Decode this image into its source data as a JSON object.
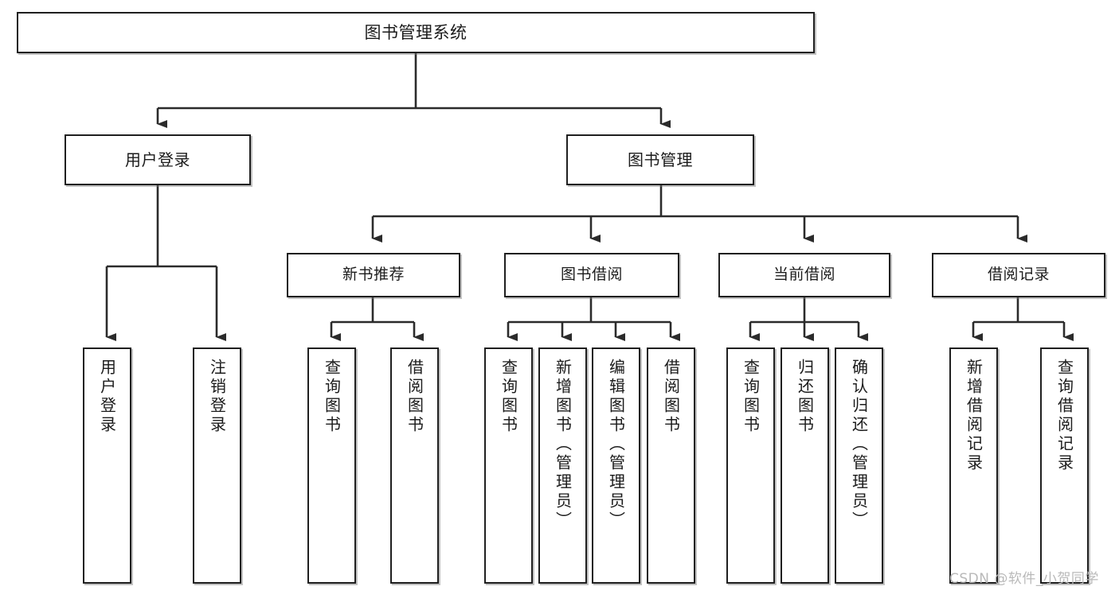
{
  "diagram": {
    "title": "图书管理系统",
    "type": "tree-hierarchy",
    "root": {
      "label": "图书管理系统"
    },
    "level1": [
      {
        "label": "用户登录"
      },
      {
        "label": "图书管理"
      }
    ],
    "level2": [
      {
        "label": "新书推荐"
      },
      {
        "label": "图书借阅"
      },
      {
        "label": "当前借阅"
      },
      {
        "label": "借阅记录"
      }
    ],
    "leaves": {
      "user_login": [
        {
          "label": "用户登录"
        },
        {
          "label": "注销登录"
        }
      ],
      "new_book_recommend": [
        {
          "label": "查询图书"
        },
        {
          "label": "借阅图书"
        }
      ],
      "book_borrow": [
        {
          "label": "查询图书"
        },
        {
          "label": "新增图书（管理员）"
        },
        {
          "label": "编辑图书（管理员）"
        },
        {
          "label": "借阅图书"
        }
      ],
      "current_borrow": [
        {
          "label": "查询图书"
        },
        {
          "label": "归还图书"
        },
        {
          "label": "确认归还（管理员）"
        }
      ],
      "borrow_record": [
        {
          "label": "新增借阅记录"
        },
        {
          "label": "查询借阅记录"
        }
      ]
    }
  },
  "watermark": {
    "text": "CSDN @软件_小贺同学"
  },
  "colors": {
    "border": "#1f1f1f",
    "background": "#ffffff",
    "text": "#1b1b1b",
    "watermark": "#b9b9b9"
  }
}
